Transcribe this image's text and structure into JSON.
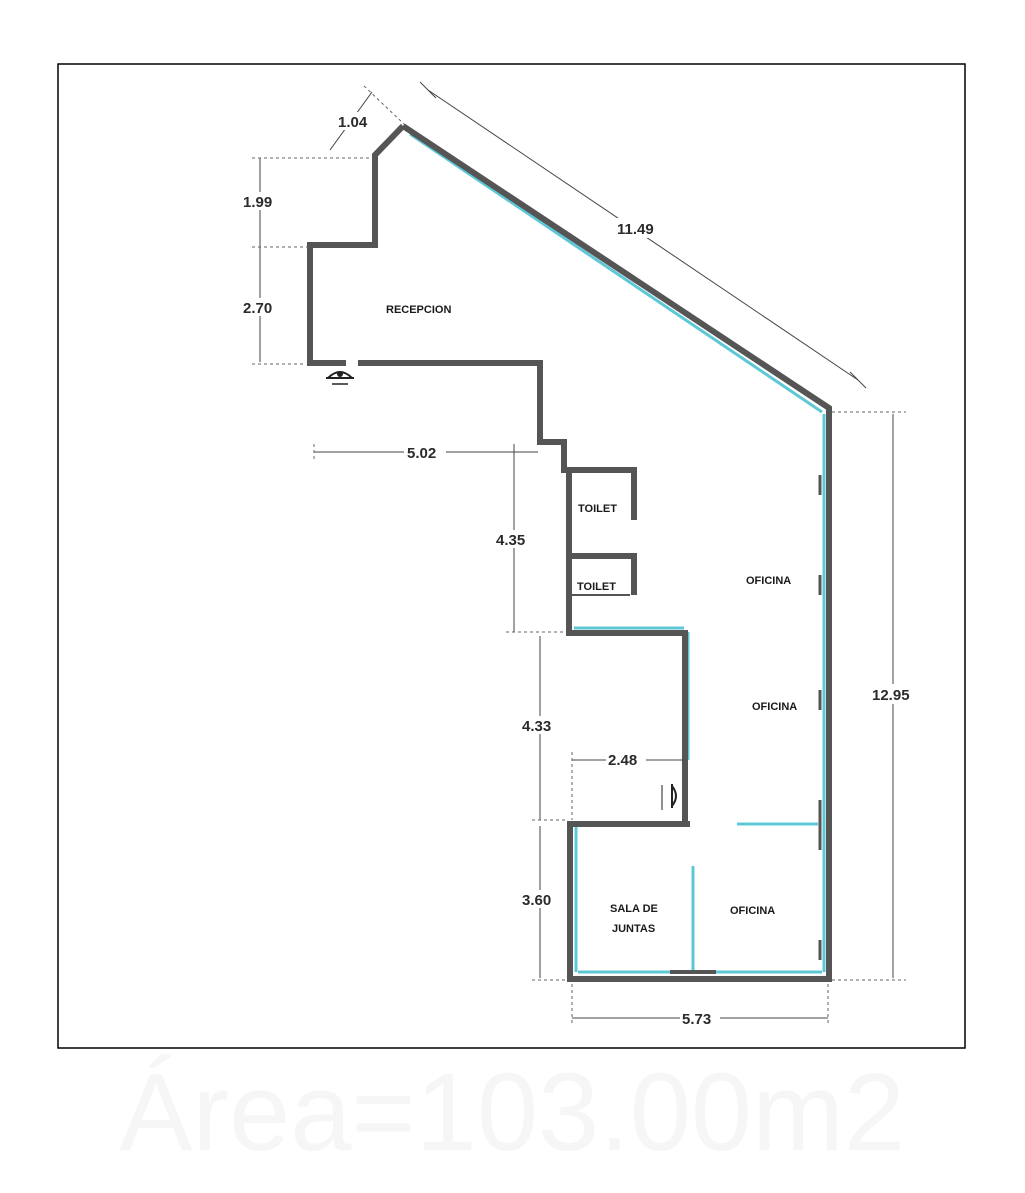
{
  "plan": {
    "dimensions": {
      "diag": "1.04",
      "upper_left": "1.99",
      "reception_height": "2.70",
      "long_diagonal": "11.49",
      "horizontal_mid": "5.02",
      "toilet_height": "4.35",
      "corridor_height": "4.33",
      "small_width": "2.48",
      "meeting_height": "3.60",
      "right_height": "12.95",
      "bottom_width": "5.73"
    },
    "rooms": {
      "reception": "RECEPCION",
      "toilet_1": "TOILET",
      "toilet_2": "TOILET",
      "office_1": "OFICINA",
      "office_2": "OFICINA",
      "office_3": "OFICINA",
      "meeting_line1": "SALA DE",
      "meeting_line2": "JUNTAS"
    },
    "area_caption": "Área=103.00m2",
    "colors": {
      "wall": "#555555",
      "glass": "#5cc8d6",
      "frame": "#000000"
    }
  }
}
